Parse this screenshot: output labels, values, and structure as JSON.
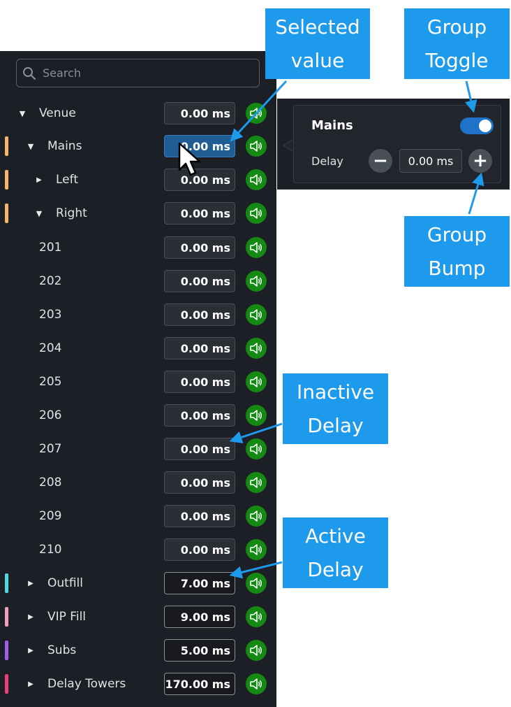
{
  "search": {
    "placeholder": "Search"
  },
  "rows": [
    {
      "label": "Venue",
      "delay": "0.00 ms",
      "color": "",
      "caret": "down",
      "state": "normal"
    },
    {
      "label": "Mains",
      "delay": "0.00 ms",
      "color": "#f5b56a",
      "caret": "down",
      "state": "selected"
    },
    {
      "label": "Left",
      "delay": "0.00 ms",
      "color": "#f5b56a",
      "caret": "right",
      "state": "normal"
    },
    {
      "label": "Right",
      "delay": "0.00 ms",
      "color": "#f5b56a",
      "caret": "down",
      "state": "normal"
    },
    {
      "label": "201",
      "delay": "0.00 ms",
      "color": "",
      "caret": "",
      "state": "normal"
    },
    {
      "label": "202",
      "delay": "0.00 ms",
      "color": "",
      "caret": "",
      "state": "normal"
    },
    {
      "label": "203",
      "delay": "0.00 ms",
      "color": "",
      "caret": "",
      "state": "normal"
    },
    {
      "label": "204",
      "delay": "0.00 ms",
      "color": "",
      "caret": "",
      "state": "normal"
    },
    {
      "label": "205",
      "delay": "0.00 ms",
      "color": "",
      "caret": "",
      "state": "normal"
    },
    {
      "label": "206",
      "delay": "0.00 ms",
      "color": "",
      "caret": "",
      "state": "normal"
    },
    {
      "label": "207",
      "delay": "0.00 ms",
      "color": "",
      "caret": "",
      "state": "normal"
    },
    {
      "label": "208",
      "delay": "0.00 ms",
      "color": "",
      "caret": "",
      "state": "normal"
    },
    {
      "label": "209",
      "delay": "0.00 ms",
      "color": "",
      "caret": "",
      "state": "normal"
    },
    {
      "label": "210",
      "delay": "0.00 ms",
      "color": "",
      "caret": "",
      "state": "normal"
    },
    {
      "label": "Outfill",
      "delay": "7.00 ms",
      "color": "#4fd8e0",
      "caret": "right",
      "state": "active"
    },
    {
      "label": "VIP Fill",
      "delay": "9.00 ms",
      "color": "#f0a0b8",
      "caret": "right",
      "state": "active"
    },
    {
      "label": "Subs",
      "delay": "5.00 ms",
      "color": "#a25ee8",
      "caret": "right",
      "state": "active"
    },
    {
      "label": "Delay Towers",
      "delay": "170.00 ms",
      "color": "#e8407a",
      "caret": "right",
      "state": "active"
    }
  ],
  "popup": {
    "title": "Mains",
    "toggle_on": true,
    "delay_label": "Delay",
    "delay_value": "0.00 ms",
    "minus_symbol": "−",
    "plus_symbol": "+"
  },
  "callouts": {
    "selected_value": [
      "Selected",
      "value"
    ],
    "group_toggle": [
      "Group",
      "Toggle"
    ],
    "group_bump": [
      "Group",
      "Bump"
    ],
    "inactive_delay": [
      "Inactive",
      "Delay"
    ],
    "active_delay": [
      "Active",
      "Delay"
    ]
  },
  "colors": {
    "callout_blue": "#1d9aec",
    "speaker_green": "#148a14",
    "toggle_blue": "#1e73c8",
    "selected_blue": "#1f5d93"
  },
  "icons": {
    "search": "search-icon",
    "speaker": "speaker-icon",
    "caret_down": "caret-down-icon",
    "caret_right": "caret-right-icon"
  }
}
